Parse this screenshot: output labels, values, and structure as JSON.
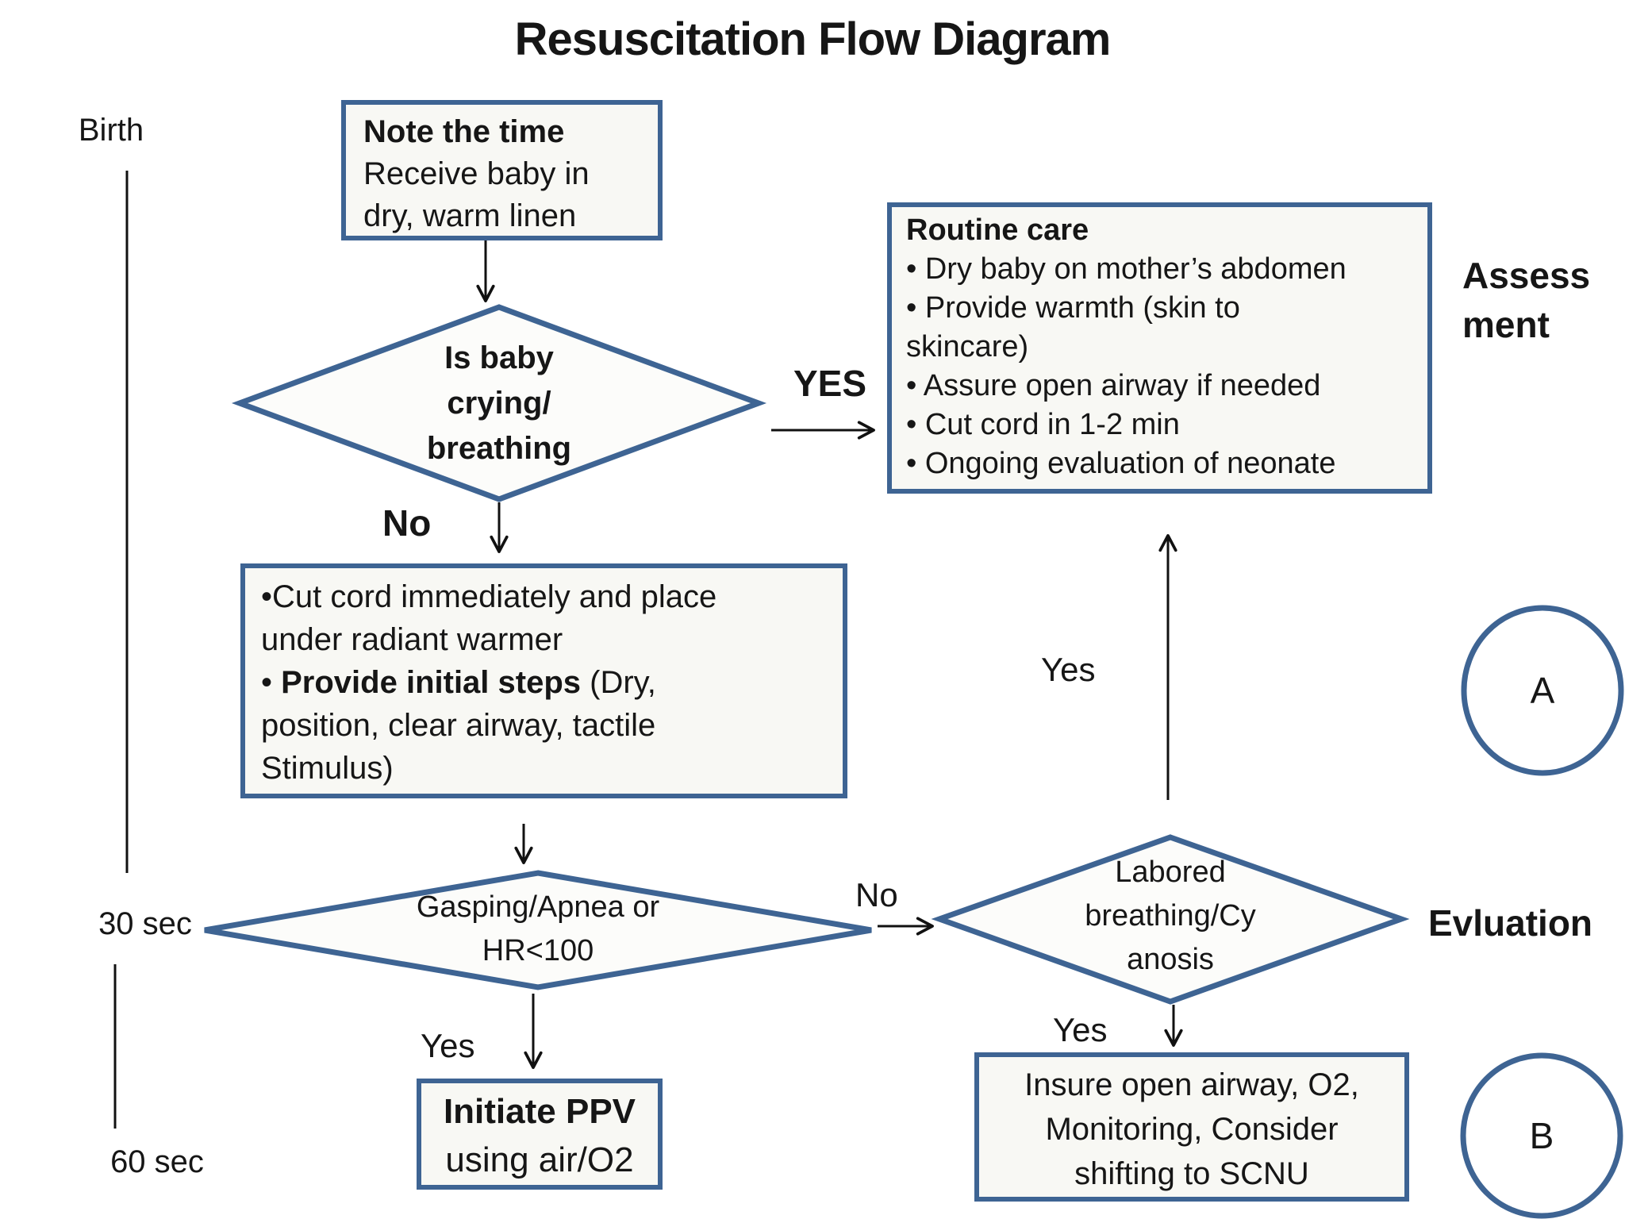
{
  "title": "Resuscitation Flow Diagram",
  "timeline": {
    "birth": "Birth",
    "t30": "30 sec",
    "t60": "60 sec"
  },
  "note_box": {
    "line1": "Note the time",
    "line2": "Receive baby in",
    "line3": "dry, warm linen"
  },
  "crying_diamond": {
    "line1": "Is baby",
    "line2": "crying/",
    "line3": "breathing"
  },
  "routine_box": {
    "heading": "Routine care",
    "bullet1": "• Dry baby on mother’s abdomen",
    "bullet2": "• Provide warmth (skin to",
    "bullet2_wrap": "skincare)",
    "bullet3": "• Assure open airway if needed",
    "bullet4": "• Cut cord in 1-2 min",
    "bullet5": "• Ongoing evaluation of neonate"
  },
  "cut_cord_box": {
    "line1": "•Cut cord immediately and place",
    "line2": "under radiant warmer",
    "line3_bullet": "• ",
    "line3_bold": "Provide initial steps",
    "line3_rest": " (Dry,",
    "line4": "position, clear airway, tactile",
    "line5": "Stimulus)"
  },
  "gasping_diamond": {
    "line1": "Gasping/Apnea or",
    "line2": "HR<100"
  },
  "labored_diamond": {
    "line1": "Labored",
    "line2": "breathing/Cy",
    "line3": "anosis"
  },
  "ppv_box": {
    "line1": "Initiate PPV",
    "line2": "using air/O2"
  },
  "insure_box": {
    "line1": "Insure open airway, O2,",
    "line2": "Monitoring, Consider",
    "line3": "shifting to SCNU"
  },
  "section_labels": {
    "assessment_line1": "Assess",
    "assessment_line2": "ment",
    "evaluation": "Evluation"
  },
  "edge_labels": {
    "yes_crying": "YES",
    "no_crying": "No",
    "yes_routine": "Yes",
    "no_gasping": "No",
    "yes_gasping": "Yes",
    "yes_labored": "Yes"
  },
  "connectors": {
    "a": "A",
    "b": "B"
  },
  "colors": {
    "shape_border": "#3e6493",
    "box_fill": "#f8f8f4",
    "text": "#161616",
    "arrow": "#111111",
    "background": "#ffffff"
  }
}
